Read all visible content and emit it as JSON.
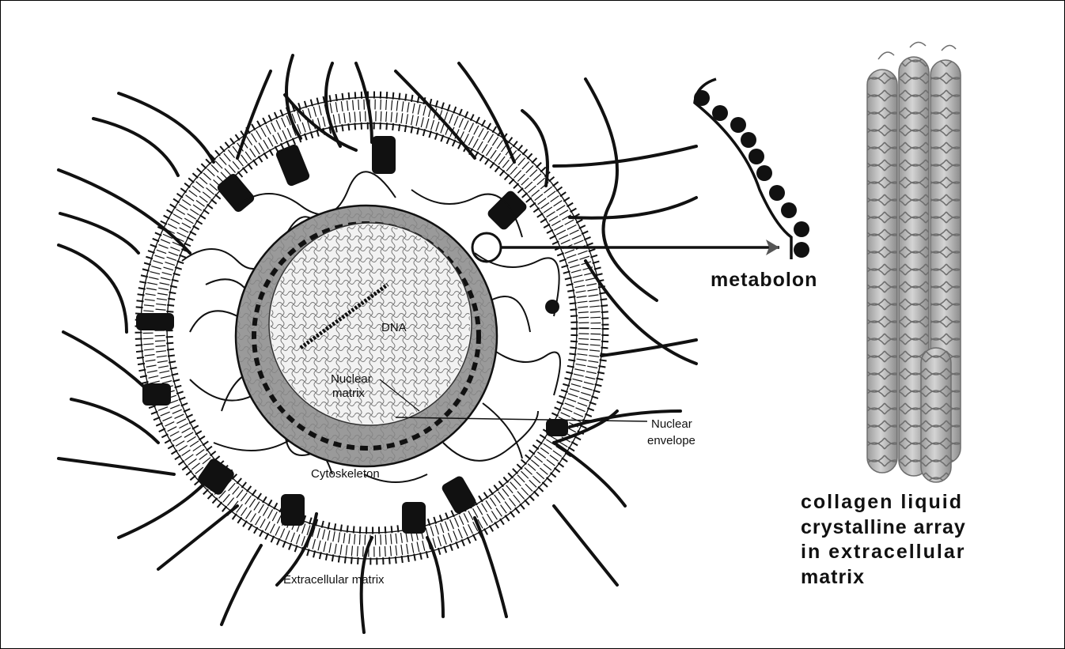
{
  "labels": {
    "dna": "DNA",
    "nuclear_matrix_1": "Nuclear",
    "nuclear_matrix_2": "matrix",
    "nuclear_envelope_1": "Nuclear",
    "nuclear_envelope_2": "envelope",
    "cytoskeleton": "Cytoskeleton",
    "extracellular_matrix": "Extracellular matrix",
    "metabolon": "metabolon",
    "collagen_line1": "collagen liquid",
    "collagen_line2": "crystalline array",
    "collagen_line3": "in extracellular",
    "collagen_line4": "matrix"
  },
  "colors": {
    "ink": "#111111",
    "membrane_fill": "#ffffff",
    "nucleus_shade": "#9a9a9a",
    "collagen_fill": "#b8b8b8",
    "collagen_stroke": "#6e6e6e",
    "arrow": "#555555"
  }
}
